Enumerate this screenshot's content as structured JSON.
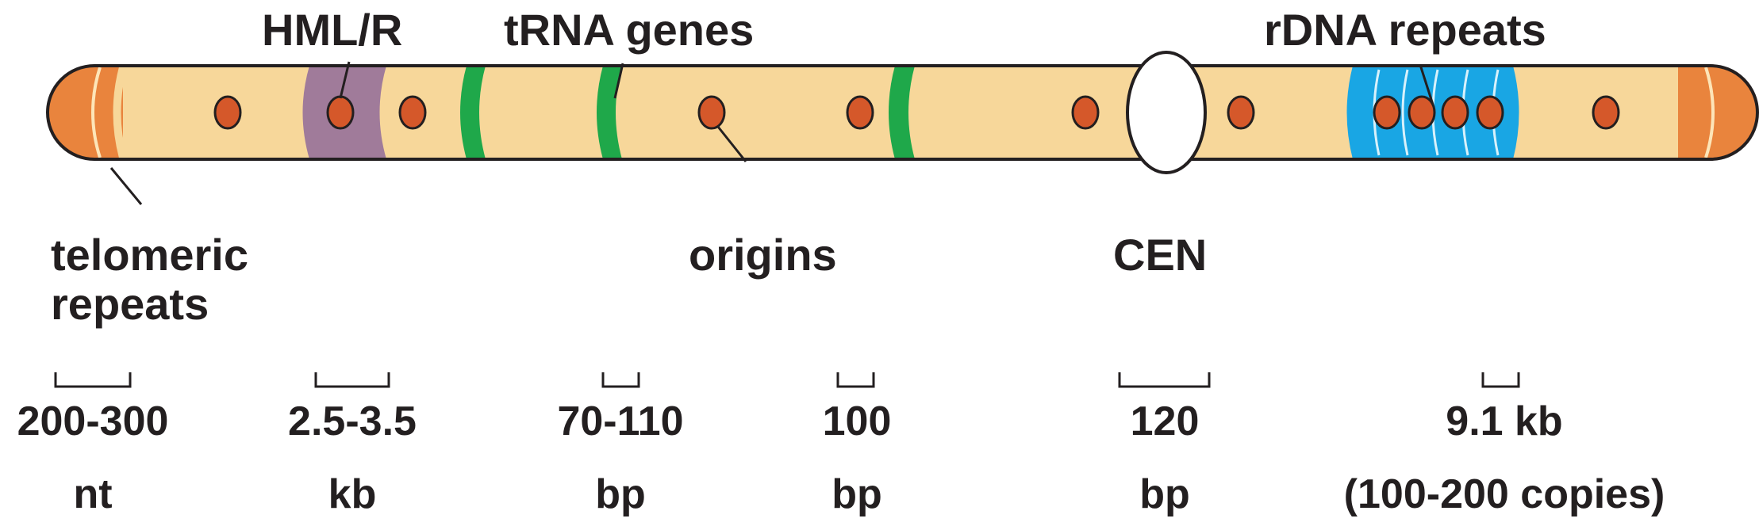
{
  "labels": {
    "hml": "HML/R",
    "trna": "tRNA genes",
    "rdna": "rDNA repeats",
    "telomeric_line1": "telomeric",
    "telomeric_line2": "repeats",
    "origins": "origins",
    "cen": "CEN"
  },
  "scales": [
    {
      "line1": "200-300",
      "line2": "nt"
    },
    {
      "line1": "2.5-3.5",
      "line2": "kb"
    },
    {
      "line1": "70-110",
      "line2": "bp"
    },
    {
      "line1": "100",
      "line2": "bp"
    },
    {
      "line1": "120",
      "line2": "bp"
    },
    {
      "line1": "9.1 kb",
      "line2": "(100-200 copies)"
    }
  ],
  "colors": {
    "chromosome_body": "#f7d79a",
    "telomere": "#e9843d",
    "hml_region": "#a07b9a",
    "trna_band": "#1fa84a",
    "origin": "#d5582a",
    "rdna_region": "#19a6e4",
    "centromere": "#ffffff",
    "text": "#231f20"
  }
}
